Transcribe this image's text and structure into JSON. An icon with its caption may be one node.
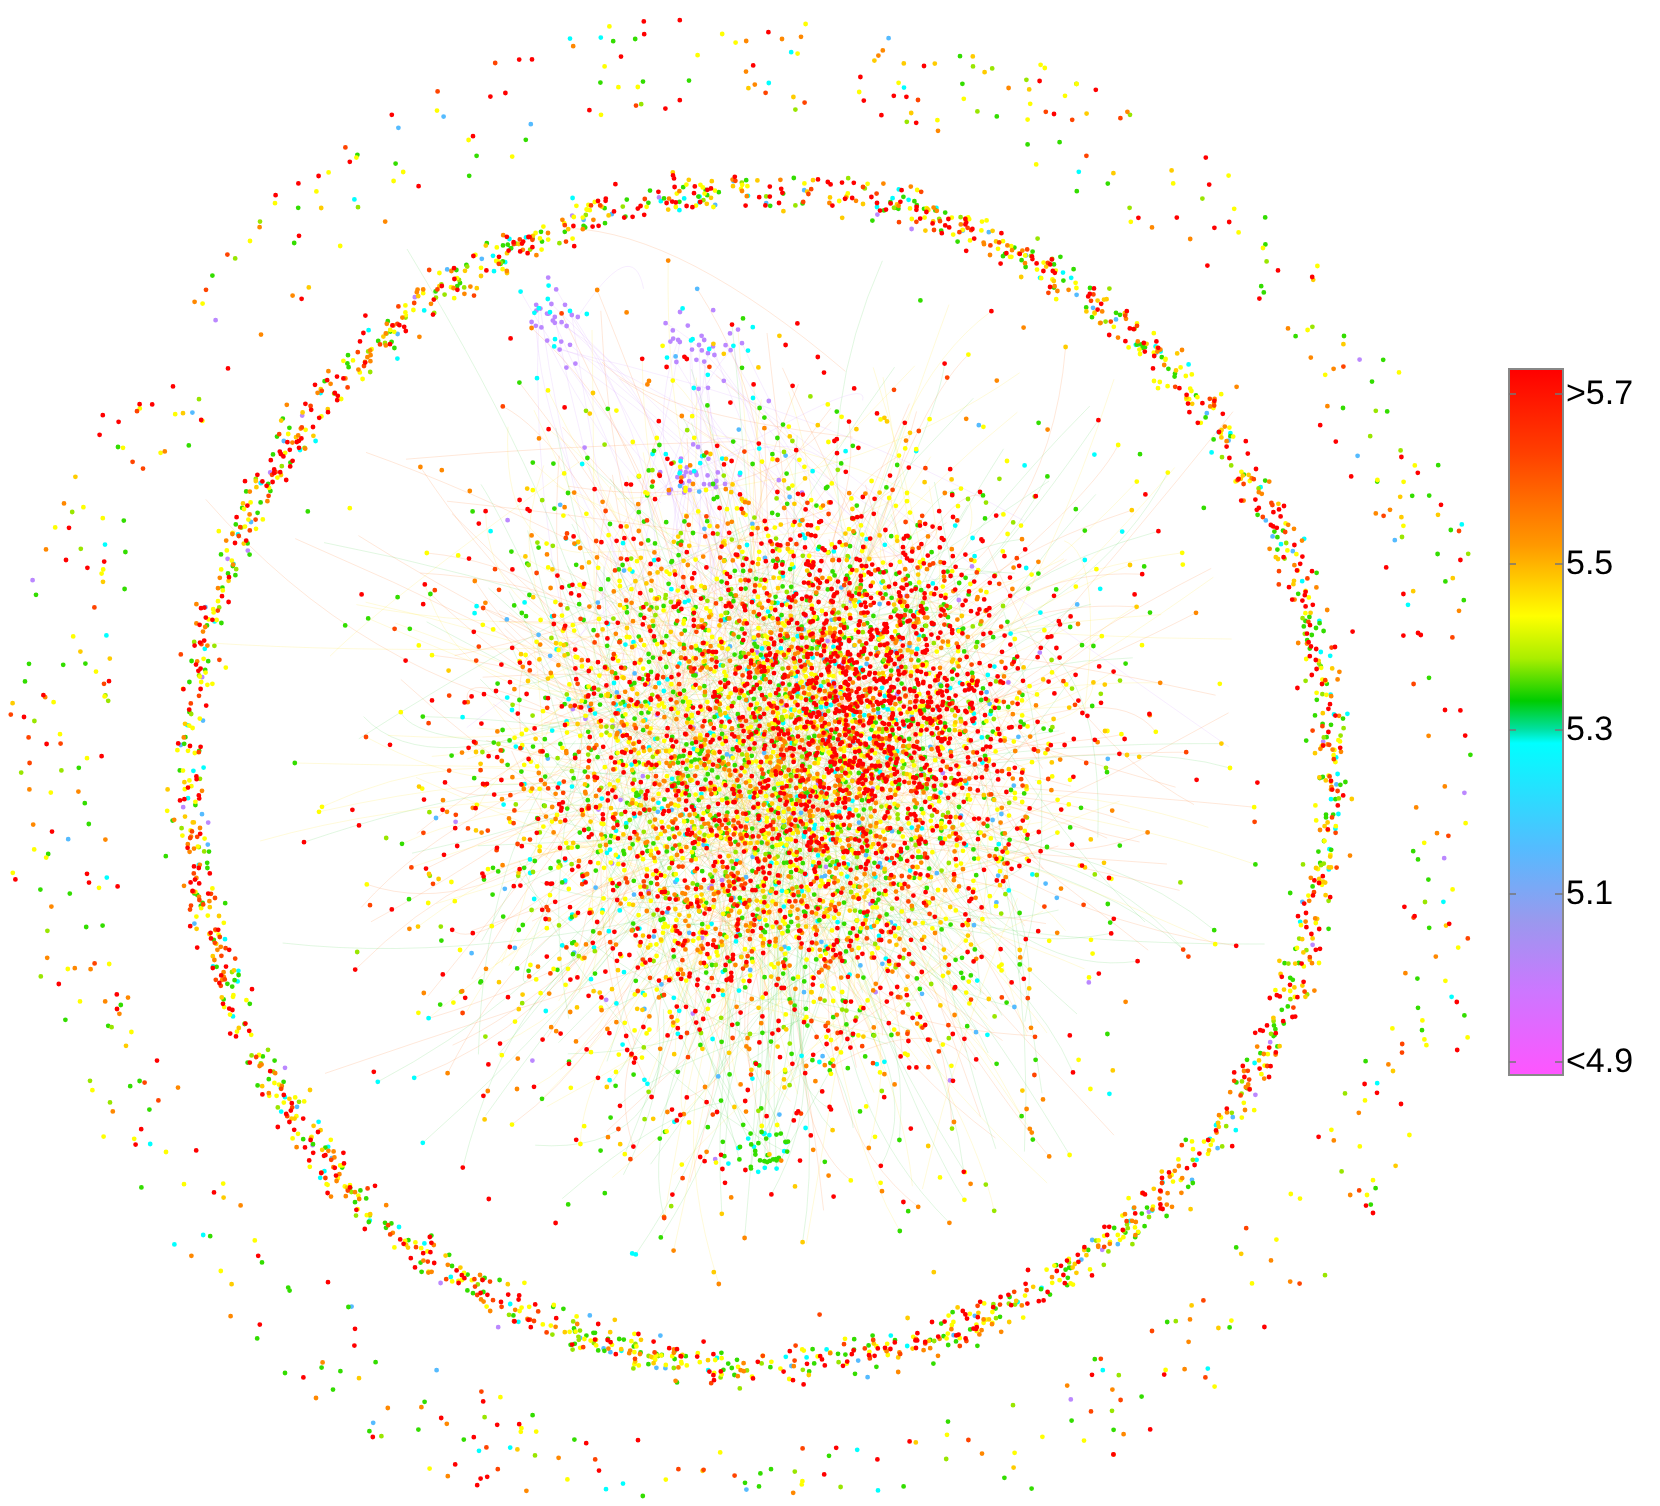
{
  "diagram": {
    "labels": [
      ">5.7",
      "5.5",
      "5.3",
      "5.1",
      "<4.9"
    ]
  }
}
